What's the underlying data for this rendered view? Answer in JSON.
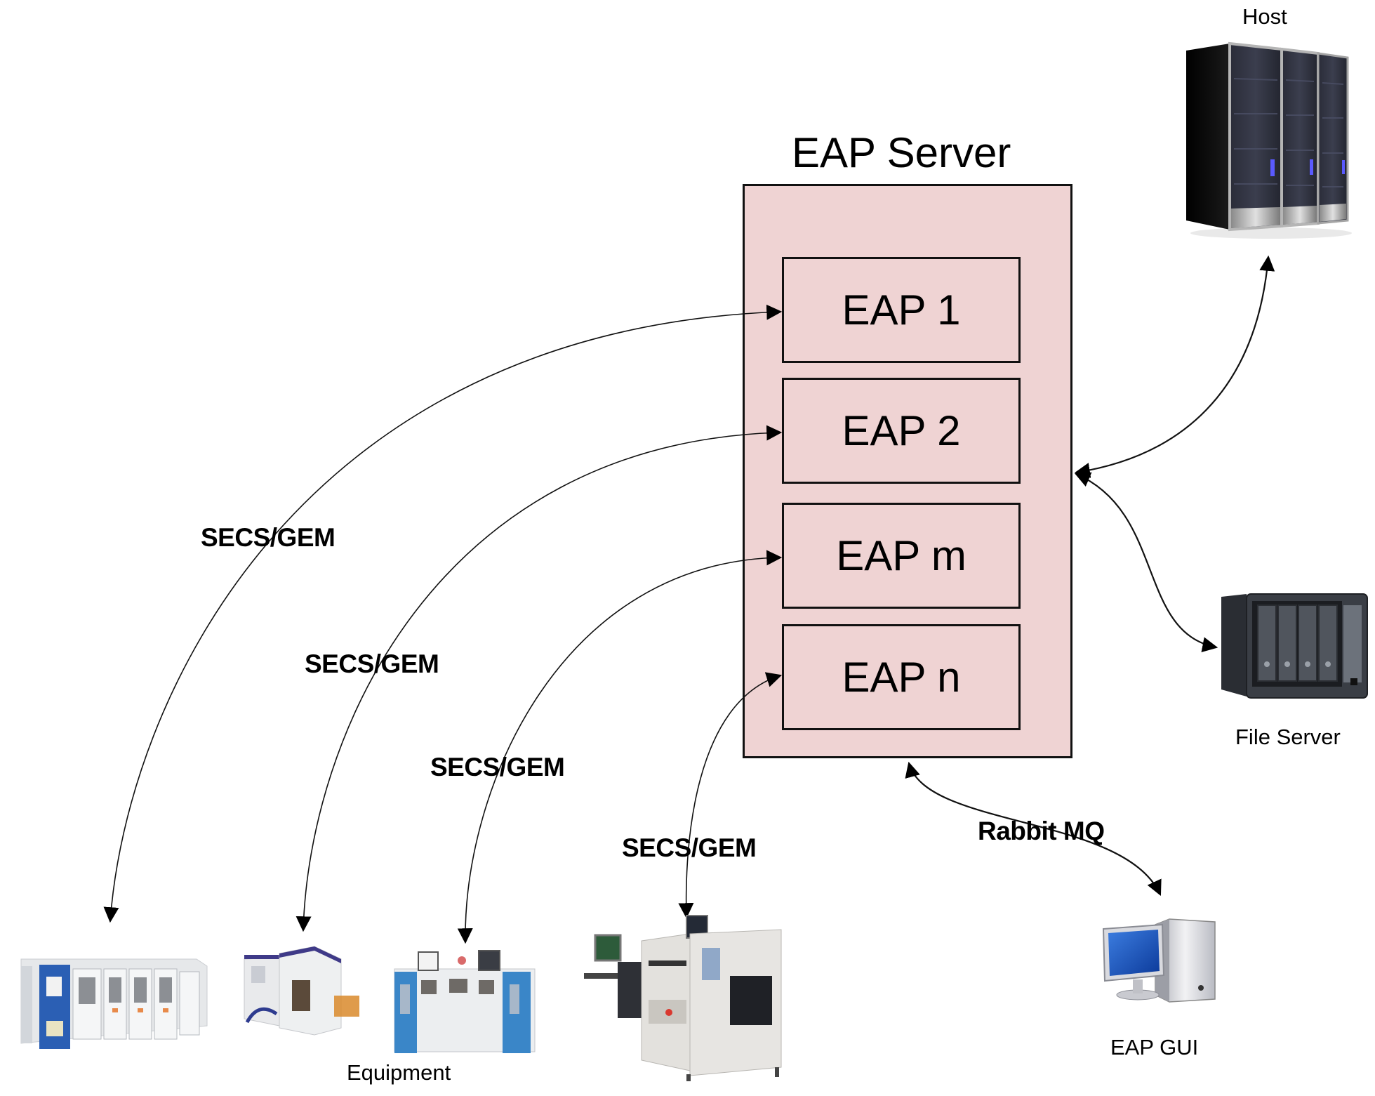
{
  "diagram": {
    "server": {
      "title": "EAP Server",
      "fill_color": "#efd3d3",
      "instances": [
        {
          "label": "EAP 1"
        },
        {
          "label": "EAP 2"
        },
        {
          "label": "EAP m"
        },
        {
          "label": "EAP n"
        }
      ]
    },
    "protocol_labels": [
      "SECS/GEM",
      "SECS/GEM",
      "SECS/GEM",
      "SECS/GEM"
    ],
    "messaging_label": "Rabbit MQ",
    "nodes": {
      "host": {
        "label": "Host",
        "icon": "server-rack-icon"
      },
      "file_server": {
        "label": "File Server",
        "icon": "nas-storage-icon"
      },
      "gui": {
        "label": "EAP GUI",
        "icon": "desktop-computer-icon"
      },
      "equipment": {
        "label": "Equipment",
        "count": 4,
        "icon": "semiconductor-tool-icon"
      }
    },
    "connections": [
      {
        "from": "Equipment 1",
        "to": "EAP 1",
        "label": "SECS/GEM",
        "bidirectional": true
      },
      {
        "from": "Equipment 2",
        "to": "EAP 2",
        "label": "SECS/GEM",
        "bidirectional": true
      },
      {
        "from": "Equipment 3",
        "to": "EAP m",
        "label": "SECS/GEM",
        "bidirectional": true
      },
      {
        "from": "Equipment 4",
        "to": "EAP n",
        "label": "SECS/GEM",
        "bidirectional": true
      },
      {
        "from": "EAP Server",
        "to": "Host",
        "bidirectional": true
      },
      {
        "from": "EAP Server",
        "to": "File Server",
        "bidirectional": true
      },
      {
        "from": "EAP Server",
        "to": "EAP GUI",
        "label": "Rabbit MQ",
        "bidirectional": true
      }
    ]
  }
}
